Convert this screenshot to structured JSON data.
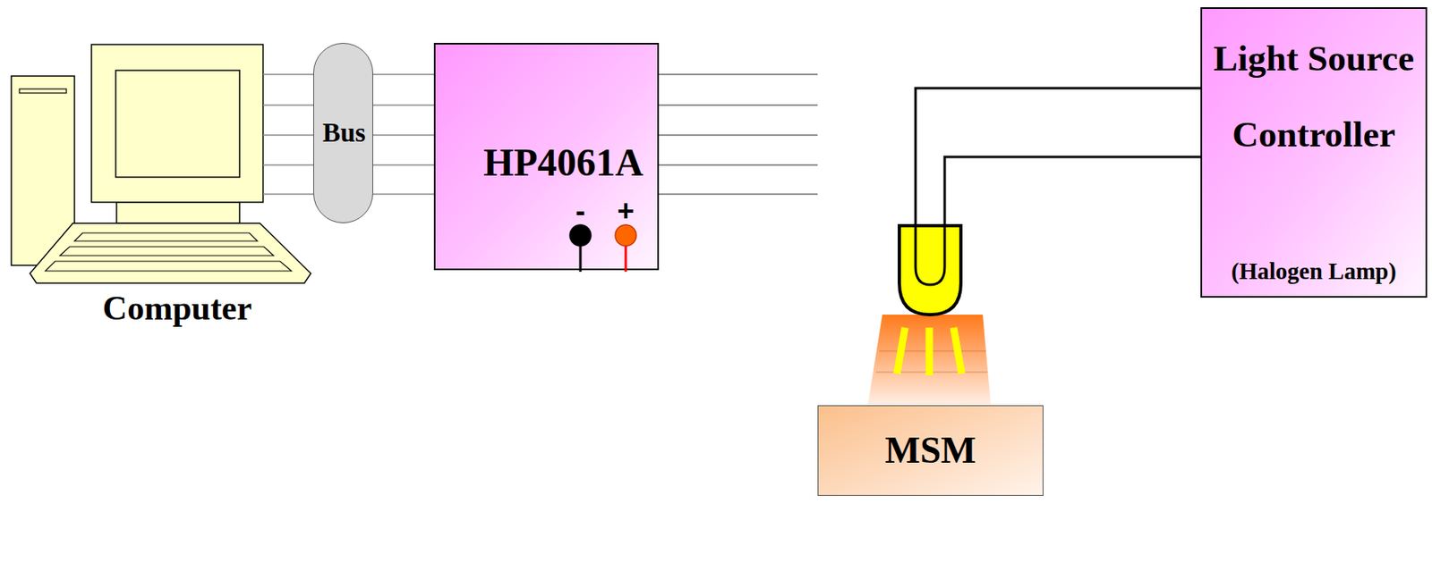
{
  "diagram": {
    "nodes": [
      {
        "text": [
          "Computer"
        ]
      },
      {
        "text": [
          "Bus"
        ]
      },
      {
        "text": [
          "HP4061A"
        ]
      },
      {
        "text": [
          "Light Source Controller",
          "(Halogen Lamp)"
        ]
      },
      {
        "text": [
          "MSM"
        ]
      }
    ],
    "edges": [
      {
        "from": 0,
        "to": 1,
        "arrow": "none"
      },
      {
        "from": 1,
        "to": 2,
        "arrow": "none"
      },
      {
        "from": 2,
        "to": 4,
        "arrow": "none"
      },
      {
        "from": 2,
        "to": 4,
        "arrow": "none"
      }
    ],
    "labels": [
      "-",
      "+"
    ]
  }
}
